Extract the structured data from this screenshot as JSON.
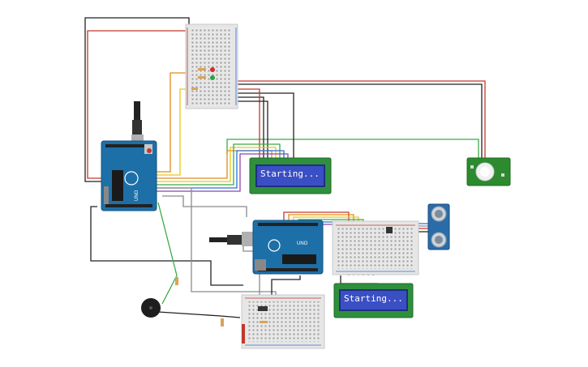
{
  "lcd_1": {
    "text": "Starting..."
  },
  "lcd_2": {
    "text": "Starting..."
  },
  "arduino_1": {
    "model": "UNO"
  },
  "arduino_2": {
    "model": "UNO"
  },
  "colors": {
    "board_blue": "#1d6fa8",
    "breadboard": "#e6e6e6",
    "lcd_frame": "#2f8f3c",
    "lcd_screen": "#3b4fc4",
    "pir_board": "#2c8a2f",
    "sensor_board": "#2a6ca8",
    "wire_red": "#c0392b",
    "wire_black": "#222222",
    "wire_green": "#3bab46",
    "wire_orange": "#e08a1e",
    "wire_yellow": "#e6c619",
    "wire_blue": "#2f6fd8",
    "wire_purple": "#8e44ad",
    "wire_gray": "#8a8a8a"
  }
}
